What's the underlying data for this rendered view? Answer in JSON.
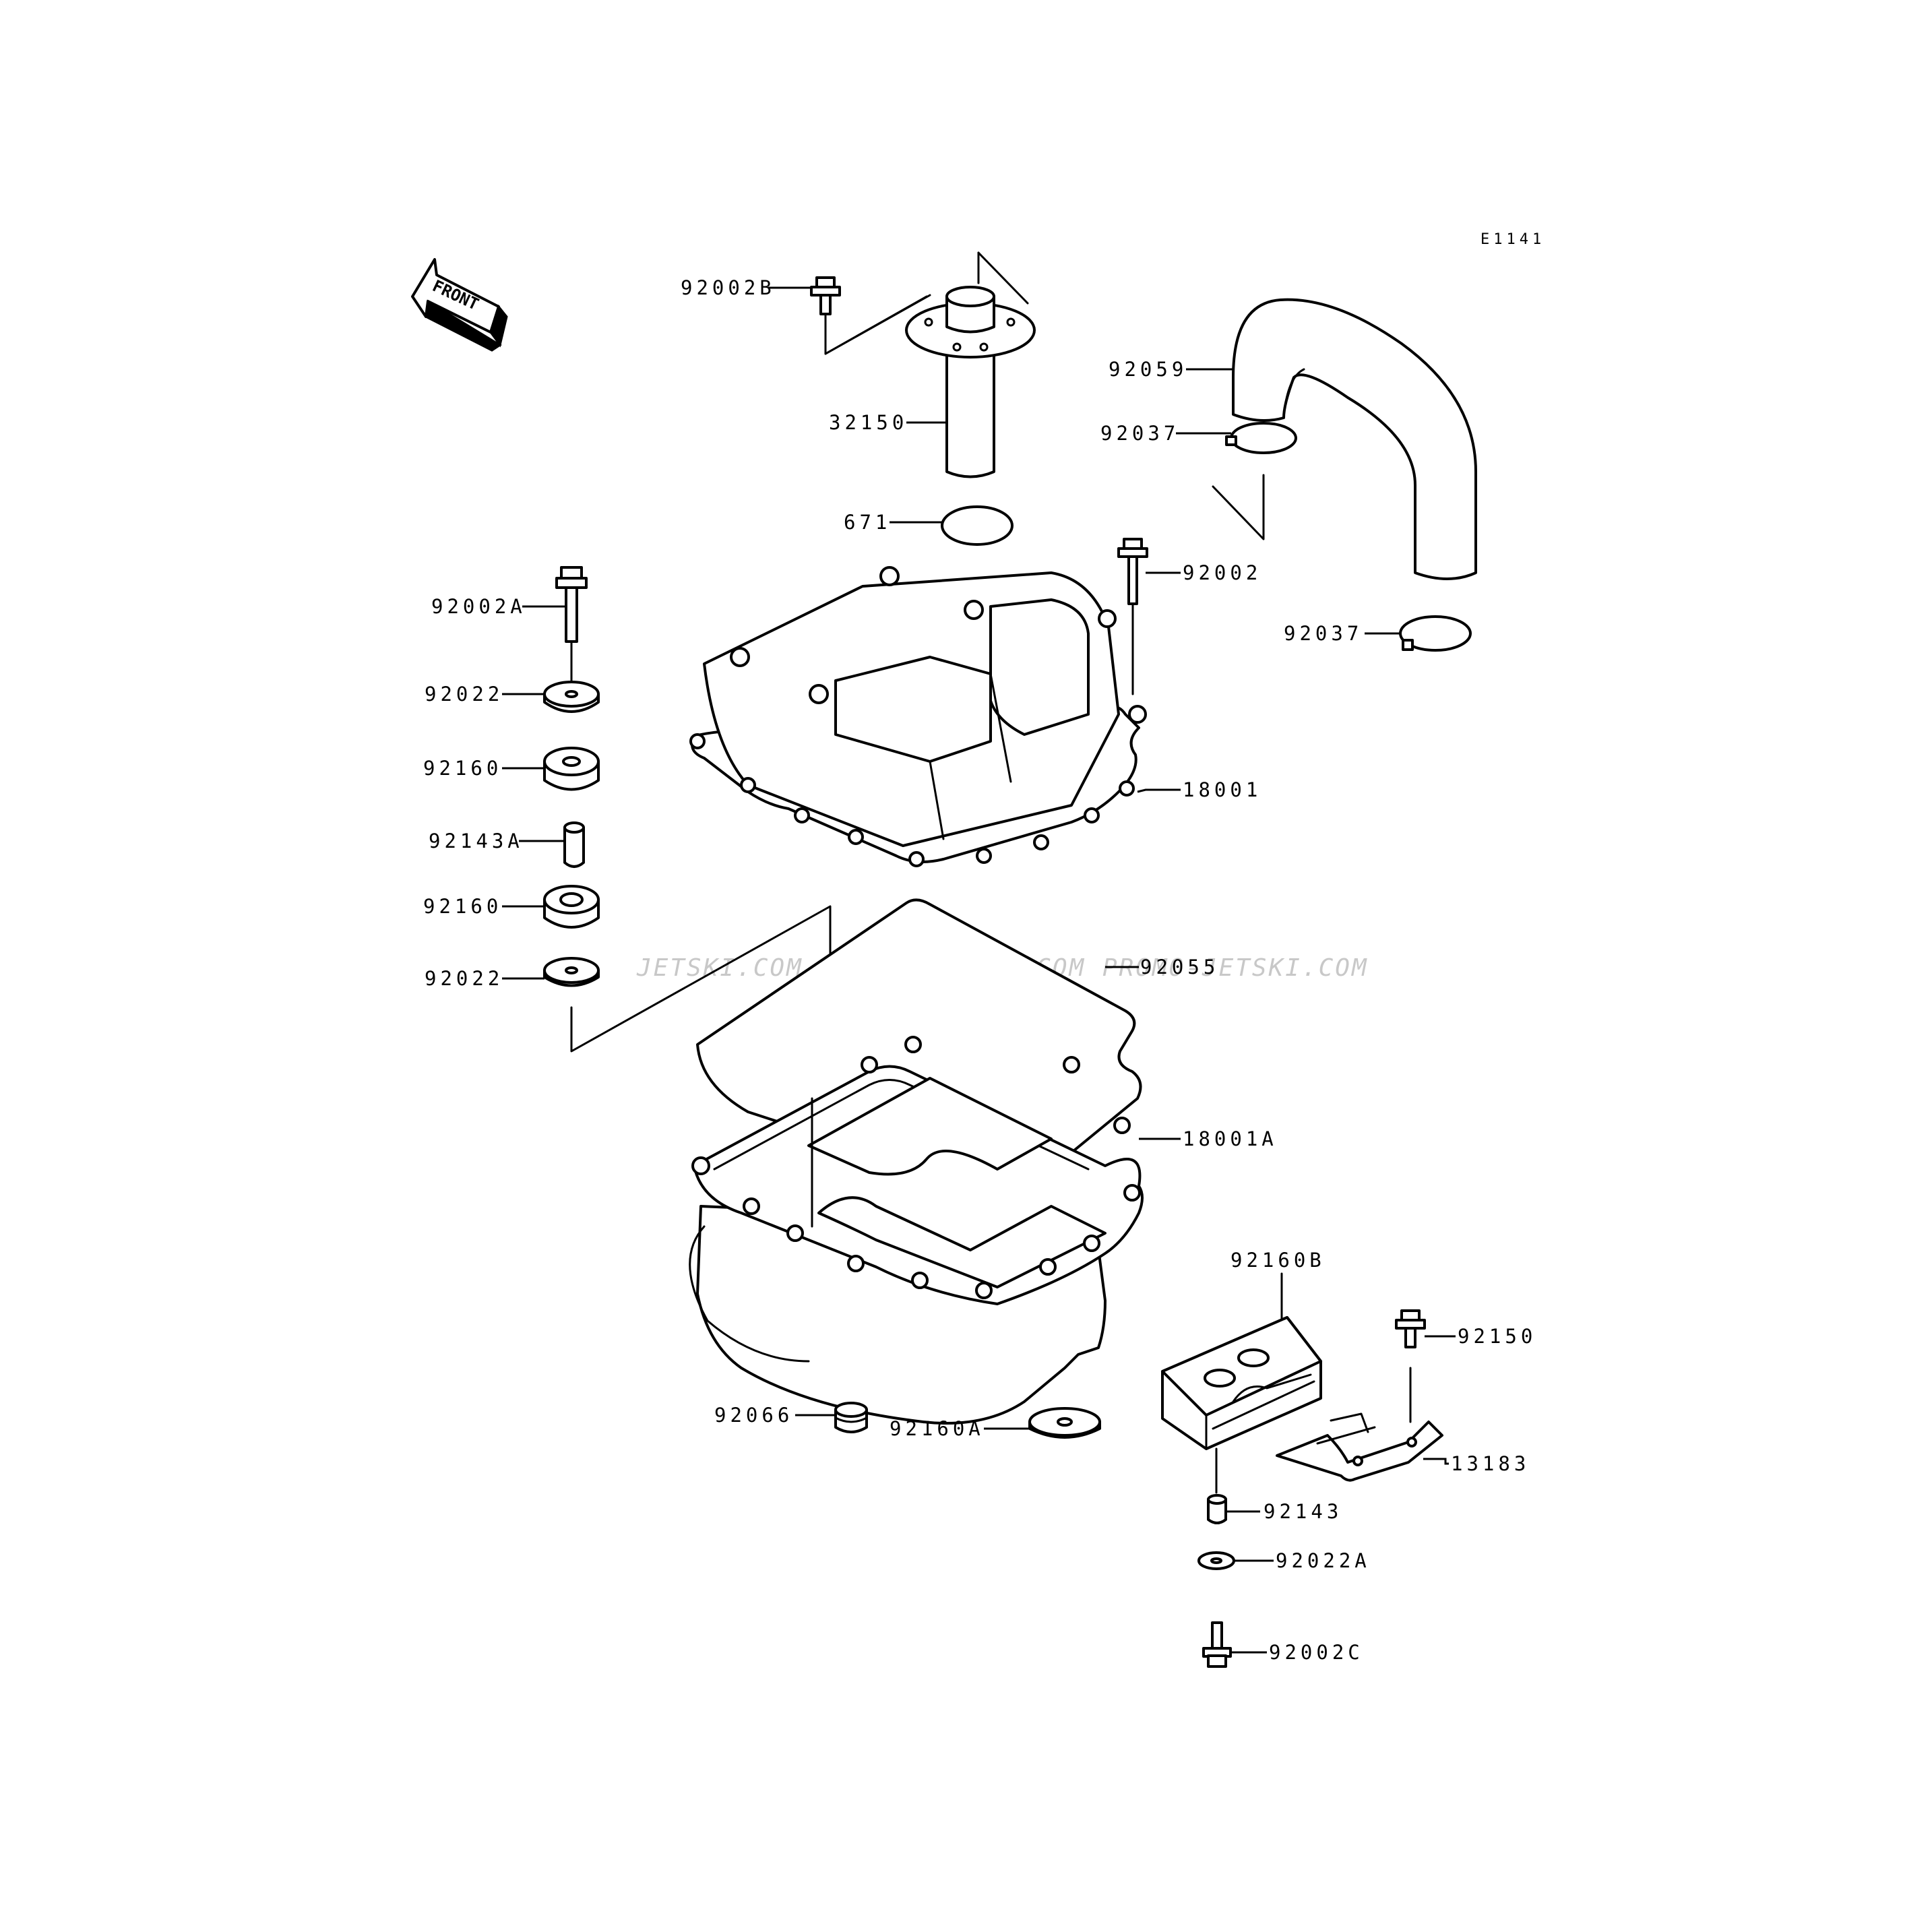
{
  "diagram_code": "E1141",
  "front_label": "FRONT",
  "watermark": "JETSKI.COM  PROMO-JETSKI.COM  PROMO-JETSKI.COM",
  "callouts": {
    "p92002B": "92002B",
    "p32150": "32150",
    "p671": "671",
    "p92059": "92059",
    "p92037_top": "92037",
    "p92037_bottom": "92037",
    "p92002": "92002",
    "p92002A": "92002A",
    "p92022_top": "92022",
    "p92160_top": "92160",
    "p92143A": "92143A",
    "p92160_bottom": "92160",
    "p92022_bottom": "92022",
    "p18001": "18001",
    "p92055": "92055",
    "p18001A": "18001A",
    "p92160B": "92160B",
    "p92150": "92150",
    "p13183": "13183",
    "p92066": "92066",
    "p92160A": "92160A",
    "p92143": "92143",
    "p92022A": "92022A",
    "p92002C": "92002C"
  }
}
